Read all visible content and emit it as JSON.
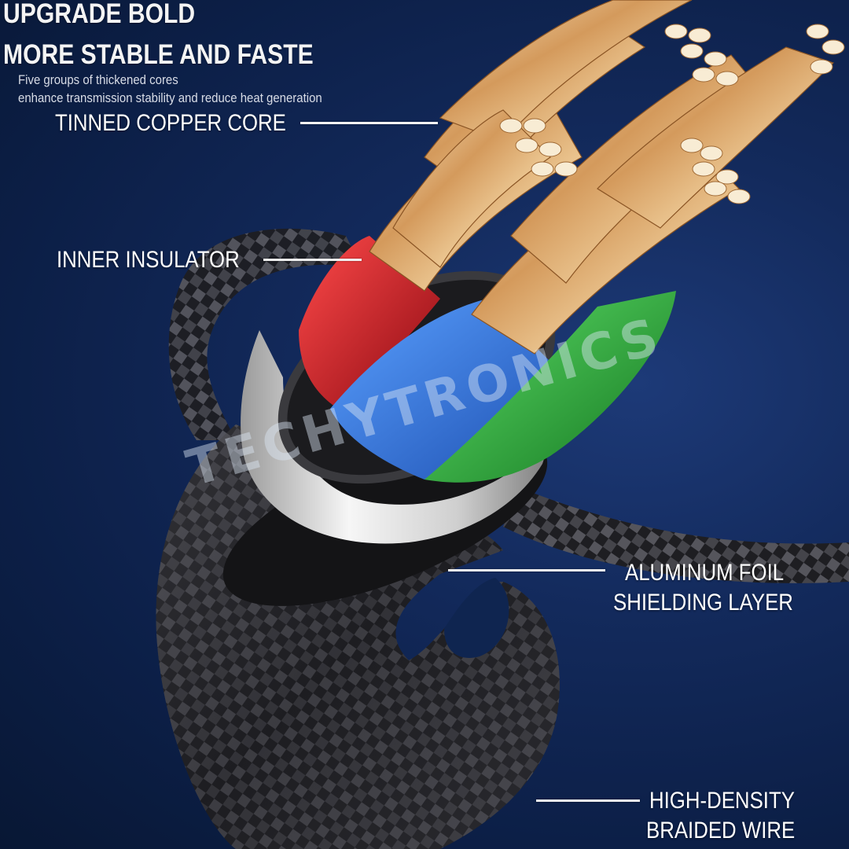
{
  "headline": {
    "line1": "UPGRADE BOLD",
    "line2": "MORE STABLE AND FASTE"
  },
  "subtitle": {
    "line1": "Five groups of thickened cores",
    "line2": "enhance transmission stability and reduce heat generation"
  },
  "callouts": [
    {
      "id": "tinned-copper-core",
      "lines": [
        "TINNED COPPER CORE"
      ]
    },
    {
      "id": "inner-insulator",
      "lines": [
        "INNER INSULATOR"
      ]
    },
    {
      "id": "aluminum-foil",
      "lines": [
        "ALUMINUM FOIL",
        "SHIELDING LAYER"
      ]
    },
    {
      "id": "braided-wire",
      "lines": [
        "HIGH-DENSITY",
        "BRAIDED WIRE"
      ]
    }
  ],
  "watermark": "TECHYTRONICS",
  "colors": {
    "background": "#0c1f47",
    "copper": "#d9a86a",
    "insulator_red": "#d0202a",
    "insulator_blue": "#2f6fd8",
    "insulator_green": "#2fa53a",
    "foil": "#d8d8d8",
    "braid": "#2a2a2e"
  }
}
